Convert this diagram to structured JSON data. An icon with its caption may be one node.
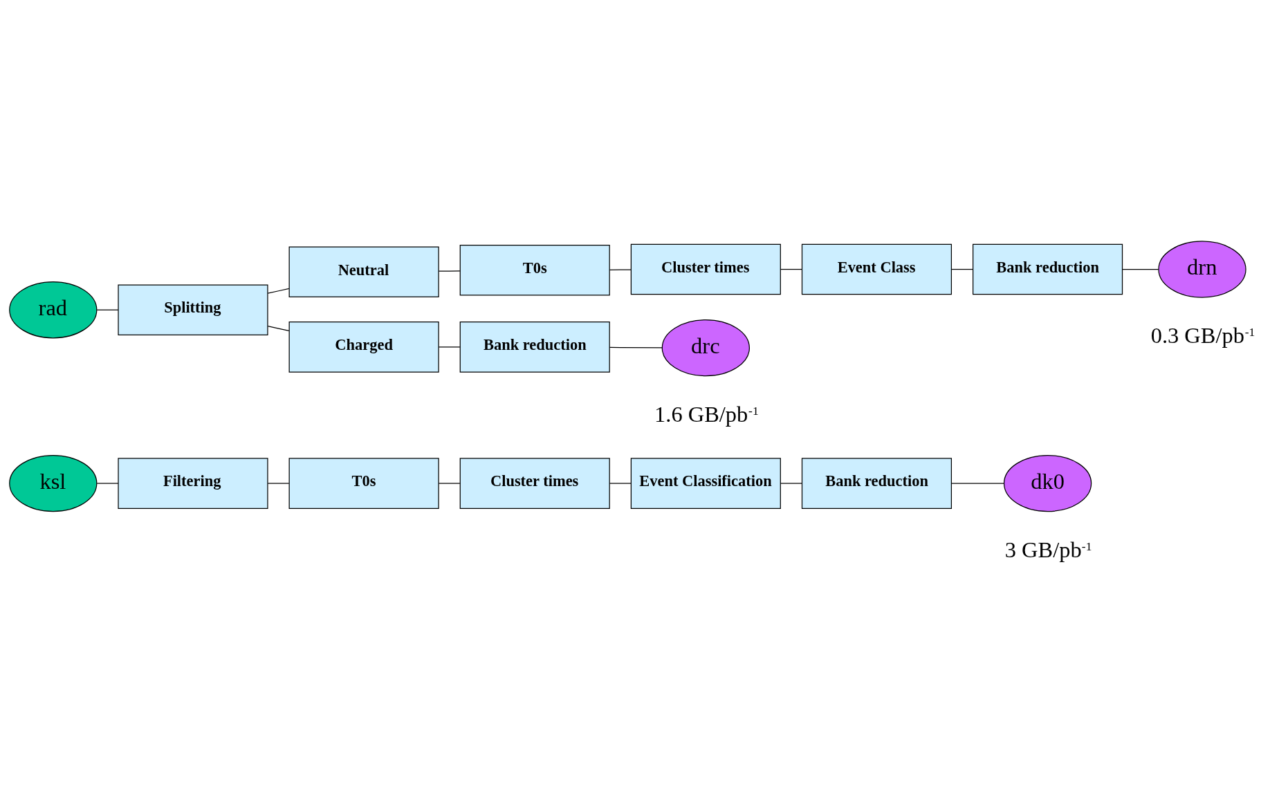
{
  "diagram": {
    "nodes": [
      {
        "text": [
          "ksl"
        ]
      },
      {
        "text": [
          "Filtering"
        ]
      },
      {
        "text": [
          "T0s"
        ]
      },
      {
        "text": [
          "Cluster times"
        ]
      },
      {
        "text": [
          "Event Classification"
        ]
      },
      {
        "text": [
          "Bank reduction"
        ]
      },
      {
        "text": [
          "dk0"
        ],
        "beside": [
          "3 GB/pb$^{-1}$"
        ]
      },
      {
        "text": [
          "rad"
        ]
      },
      {
        "text": [
          "Splitting"
        ]
      },
      {
        "text": [
          "Neutral"
        ]
      },
      {
        "text": [
          "T0s"
        ]
      },
      {
        "text": [
          "Cluster times"
        ]
      },
      {
        "text": [
          "Event Class"
        ]
      },
      {
        "text": [
          "Bank reduction"
        ]
      },
      {
        "text": [
          "drn"
        ],
        "beside": [
          "0.3 GB/pb$^{-1}$"
        ]
      },
      {
        "text": [
          "Charged"
        ]
      },
      {
        "text": [
          "Bank reduction"
        ]
      },
      {
        "text": [
          "drc"
        ],
        "beside": [
          "1.6 GB/pb$^{-1}$"
        ]
      }
    ],
    "edges": [
      {
        "from": 0,
        "to": 1,
        "arrow": "none"
      },
      {
        "from": 1,
        "to": 2,
        "arrow": "none"
      },
      {
        "from": 2,
        "to": 3,
        "arrow": "none"
      },
      {
        "from": 3,
        "to": 4,
        "arrow": "none"
      },
      {
        "from": 4,
        "to": 5,
        "arrow": "none"
      },
      {
        "from": 5,
        "to": 6,
        "arrow": "none"
      },
      {
        "from": 7,
        "to": 8,
        "arrow": "none"
      },
      {
        "from": 8,
        "to": 9,
        "arrow": "none"
      },
      {
        "from": 9,
        "to": 10,
        "arrow": "none"
      },
      {
        "from": 10,
        "to": 11,
        "arrow": "none"
      },
      {
        "from": 11,
        "to": 12,
        "arrow": "none"
      },
      {
        "from": 12,
        "to": 13,
        "arrow": "none"
      },
      {
        "from": 13,
        "to": 14,
        "arrow": "none"
      },
      {
        "from": 8,
        "to": 15,
        "arrow": "none"
      },
      {
        "from": 15,
        "to": 16,
        "arrow": "none"
      },
      {
        "from": 16,
        "to": 17,
        "arrow": "none"
      }
    ]
  }
}
